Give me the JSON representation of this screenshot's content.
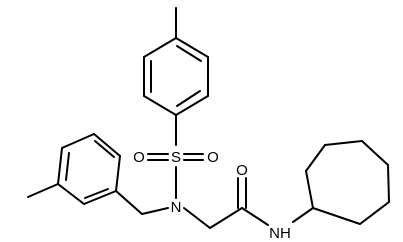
{
  "molecule": {
    "atoms": {
      "sulfonyl_s": "S",
      "sulfonyl_o_left": "O",
      "sulfonyl_o_right": "O",
      "sulfonamide_n": "N",
      "carbonyl_o": "O",
      "amide_nh": "NH"
    }
  },
  "colors": {
    "bond": "#000000",
    "text": "#000000",
    "background": "#ffffff"
  }
}
